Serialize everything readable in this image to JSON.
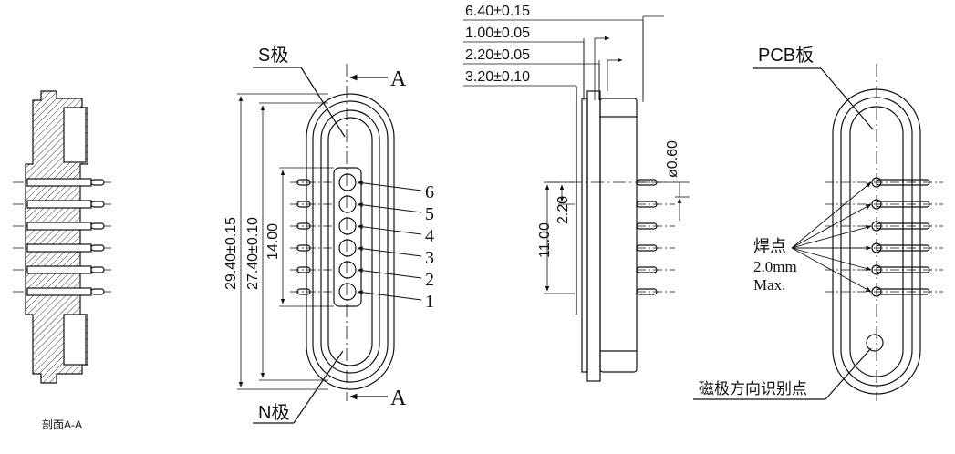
{
  "section_view": {
    "caption": "剖面A-A",
    "pin_count": 6
  },
  "front_view": {
    "s_pole": "S极",
    "n_pole": "N极",
    "section_mark_top": "A",
    "section_mark_bottom": "A",
    "dim_outer": "29.40±0.15",
    "dim_inner": "27.40±0.10",
    "dim_pins": "14.00",
    "pin_numbers": [
      "6",
      "5",
      "4",
      "3",
      "2",
      "1"
    ]
  },
  "side_view": {
    "dims_top": [
      "6.40±0.15",
      "1.00±0.05",
      "2.20±0.05",
      "3.20±0.10"
    ],
    "dim_pin_diameter": "ø0.60",
    "dim_pitch": "2.20",
    "dim_span": "11.00"
  },
  "rear_view": {
    "pcb_label": "PCB板",
    "solder_label": "焊点",
    "solder_size": "2.0mm",
    "solder_max": "Max.",
    "marker_label": "磁极方向识别点"
  }
}
